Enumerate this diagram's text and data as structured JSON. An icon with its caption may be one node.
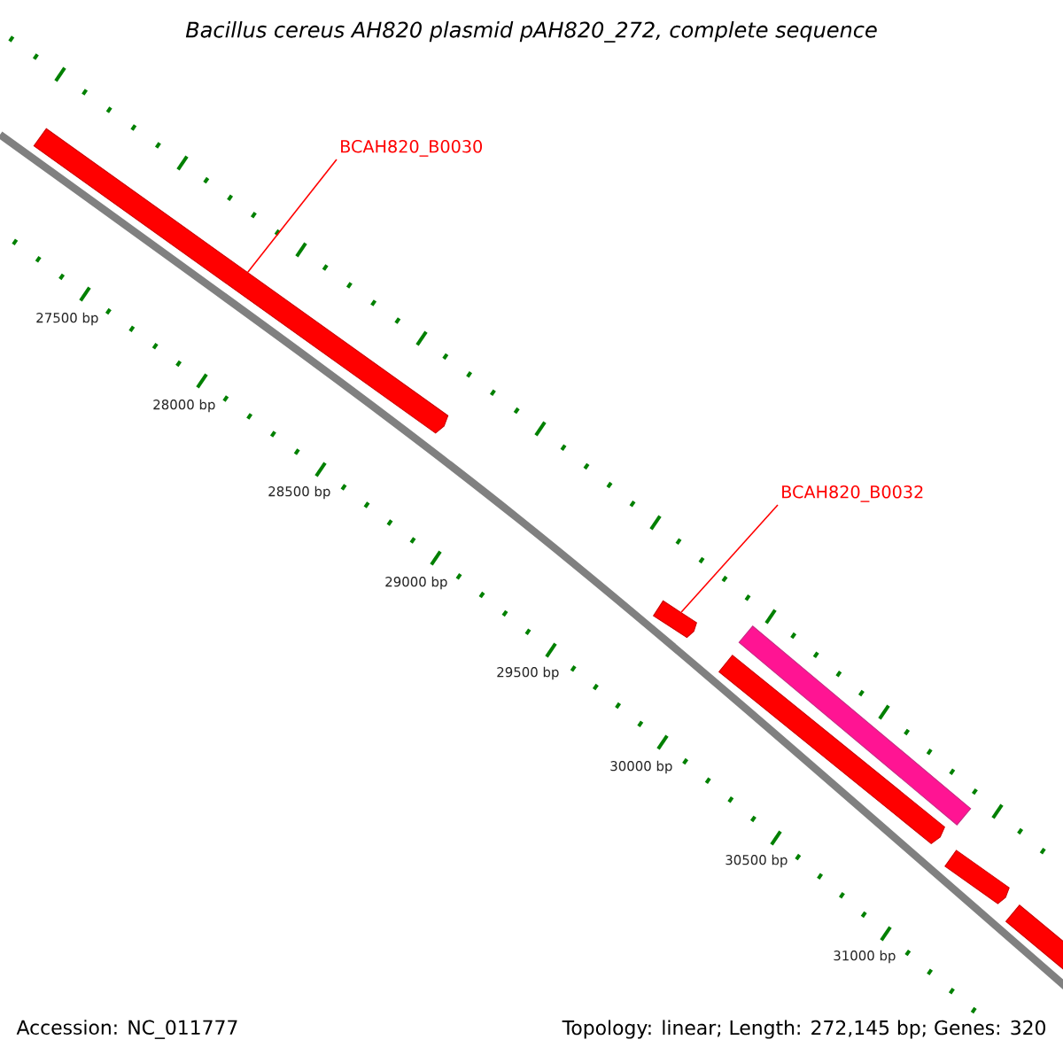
{
  "diagram": {
    "title": "Bacillus cereus AH820 plasmid pAH820_272, complete sequence",
    "nodes": [
      {
        "text": [
          "BCAH820_B0030"
        ]
      },
      {
        "text": [],
        "shape": "arrow"
      },
      {
        "text": [
          "BCAH820_B0032"
        ]
      },
      {
        "text": [],
        "shape": "arrow"
      },
      {
        "text": [],
        "shape": "bar"
      },
      {
        "text": [],
        "shape": "arrow"
      },
      {
        "text": [],
        "shape": "arrow"
      },
      {
        "text": [],
        "shape": "arrow"
      }
    ],
    "edges": [
      {
        "from": 0,
        "to": 1,
        "arrow": "none"
      },
      {
        "from": 2,
        "to": 3,
        "arrow": "none"
      }
    ],
    "labels": [
      "27500 bp",
      "28000 bp",
      "28500 bp",
      "29000 bp",
      "29500 bp",
      "30000 bp",
      "30500 bp",
      "31000 bp",
      "Accession: NC_011777",
      "Topology: linear; Length: 272,145 bp; Genes: 320"
    ]
  }
}
